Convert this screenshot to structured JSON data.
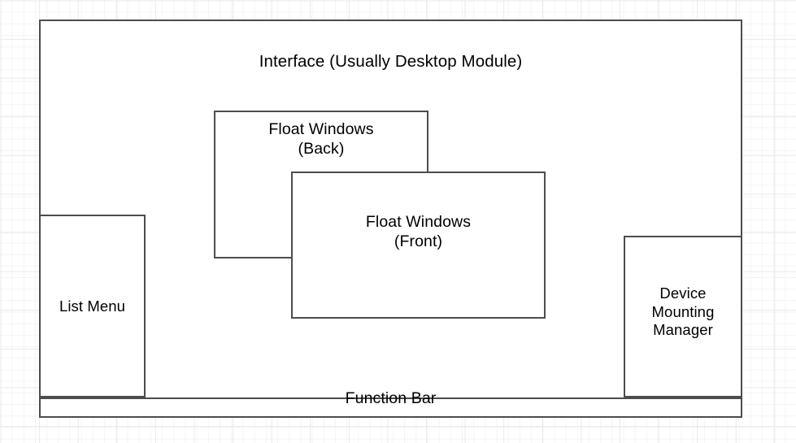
{
  "diagram": {
    "title": "Interface (Usually Desktop Module)",
    "boxes": {
      "interface_container": {
        "label": "Interface (Usually Desktop Module)"
      },
      "list_menu": {
        "label": "List Menu"
      },
      "device_mounting_manager": {
        "label": "Device\nMounting\nManager"
      },
      "float_window_back": {
        "label": "Float Windows\n(Back)"
      },
      "float_window_front": {
        "label": "Float Windows\n(Front)"
      },
      "function_bar": {
        "label": "Function Bar"
      }
    },
    "colors": {
      "border": "#4d4d4d",
      "box_fill": "#ffffff",
      "text": "#000000",
      "grid_minor": "#f4f4f4",
      "grid_major": "#e9e9e9",
      "canvas_background": "#ffffff"
    }
  }
}
